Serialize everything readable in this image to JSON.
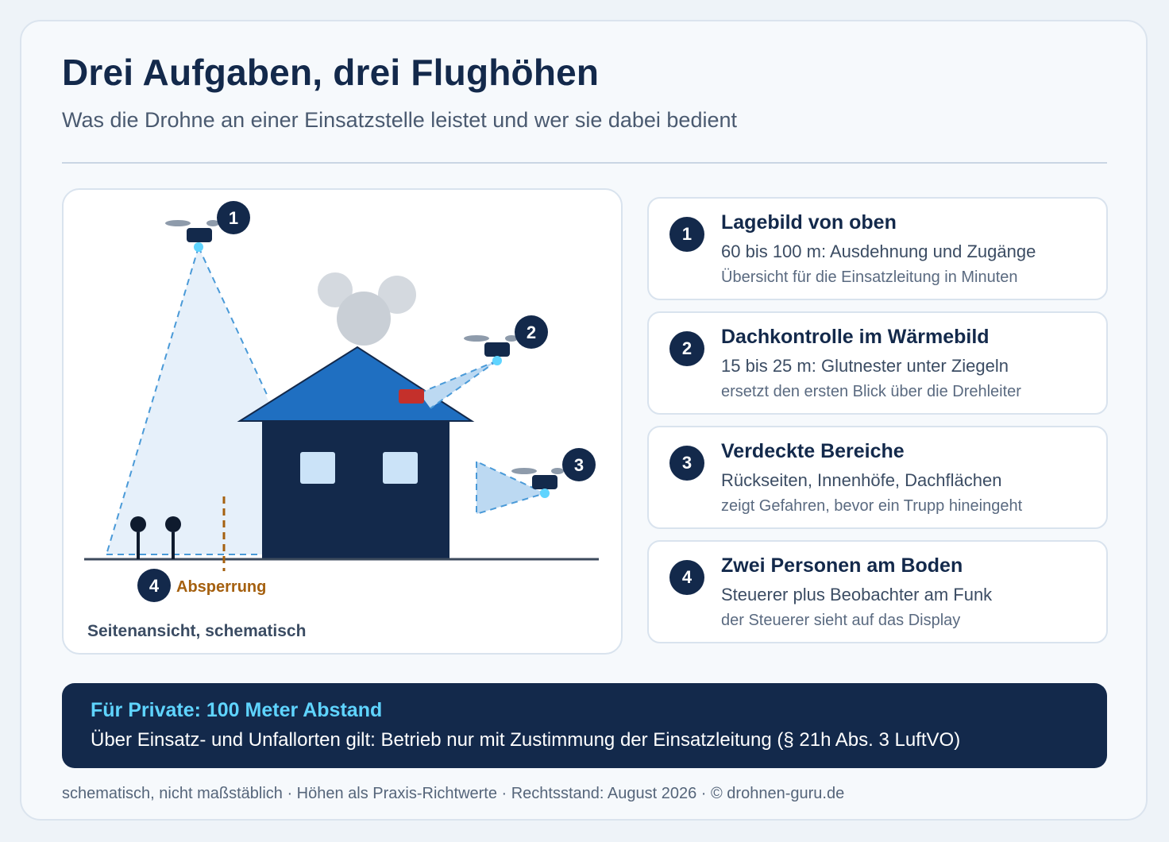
{
  "header": {
    "title": "Drei Aufgaben, drei Flughöhen",
    "subtitle": "Was die Drohne an einer Einsatzstelle leistet und wer sie dabei bedient"
  },
  "scene": {
    "caption": "Seitenansicht, schematisch",
    "barrier_label": "Absperrung",
    "markers": [
      "1",
      "2",
      "3",
      "4"
    ]
  },
  "steps": [
    {
      "number": "1",
      "title": "Lagebild von oben",
      "line1": "60 bis 100 m: Ausdehnung und Zugänge",
      "line2": "Übersicht für die Einsatzleitung in Minuten"
    },
    {
      "number": "2",
      "title": "Dachkontrolle im Wärmebild",
      "line1": "15 bis 25 m: Glutnester unter Ziegeln",
      "line2": "ersetzt den ersten Blick über die Drehleiter"
    },
    {
      "number": "3",
      "title": "Verdeckte Bereiche",
      "line1": "Rückseiten, Innenhöfe, Dachflächen",
      "line2": "zeigt Gefahren, bevor ein Trupp hineingeht"
    },
    {
      "number": "4",
      "title": "Zwei Personen am Boden",
      "line1": "Steuerer plus Beobachter am Funk",
      "line2": "der Steuerer sieht auf das Display"
    }
  ],
  "banner": {
    "title": "Für Private: 100 Meter Abstand",
    "text": "Über Einsatz- und Unfallorten gilt: Betrieb nur mit Zustimmung der Einsatzleitung (§ 21h Abs. 3 LuftVO)"
  },
  "footer": "schematisch, nicht maßstäblich · Höhen als Praxis-Richtwerte · Rechtsstand: August 2026 · © drohnen-guru.de",
  "colors": {
    "navy": "#13294b",
    "roof": "#1f6fc1",
    "accent": "#5fd4ff",
    "barrier": "#a5600f",
    "hotspot": "#c4302b",
    "cone": "#dbeaf8"
  }
}
